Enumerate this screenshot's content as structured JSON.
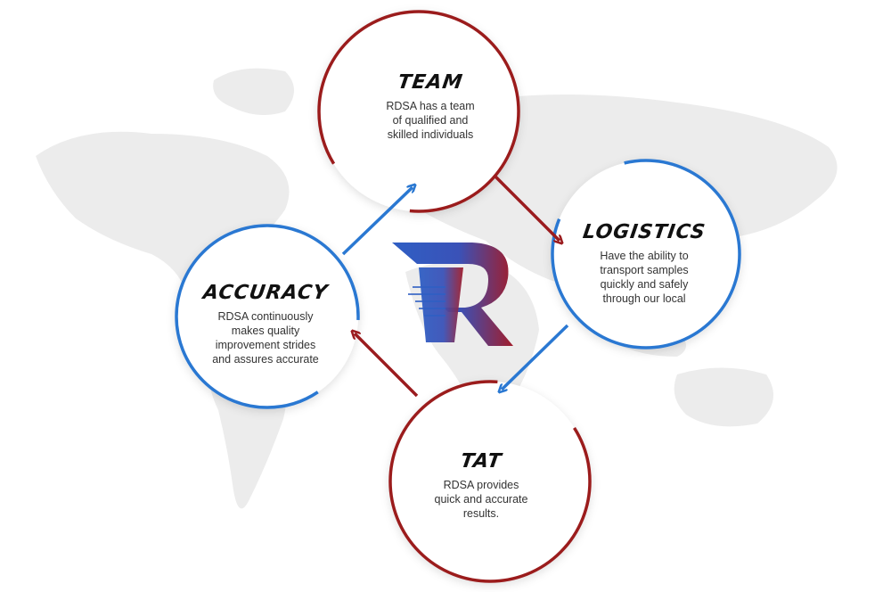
{
  "colors": {
    "red": "#9b1c1f",
    "blue": "#2a78d2",
    "map": "#ececec",
    "logo_blue": "#2f5fc4",
    "logo_red": "#a11d2b"
  },
  "nodes": {
    "team": {
      "title": "TEAM",
      "desc": [
        "RDSA has a team",
        "of qualified and",
        "skilled individuals"
      ]
    },
    "logistics": {
      "title": "LOGISTICS",
      "desc": [
        "Have the ability to",
        "transport samples",
        "quickly and safely",
        "through our local"
      ]
    },
    "accuracy": {
      "title": "ACCURACY",
      "desc": [
        "RDSA continuously",
        "makes quality",
        "improvement strides",
        "and assures accurate"
      ]
    },
    "tat": {
      "title": "TAT",
      "desc": [
        "RDSA provides",
        "quick and accurate",
        "results."
      ]
    }
  },
  "logo": {
    "icon": "rdsa-r-logo"
  }
}
